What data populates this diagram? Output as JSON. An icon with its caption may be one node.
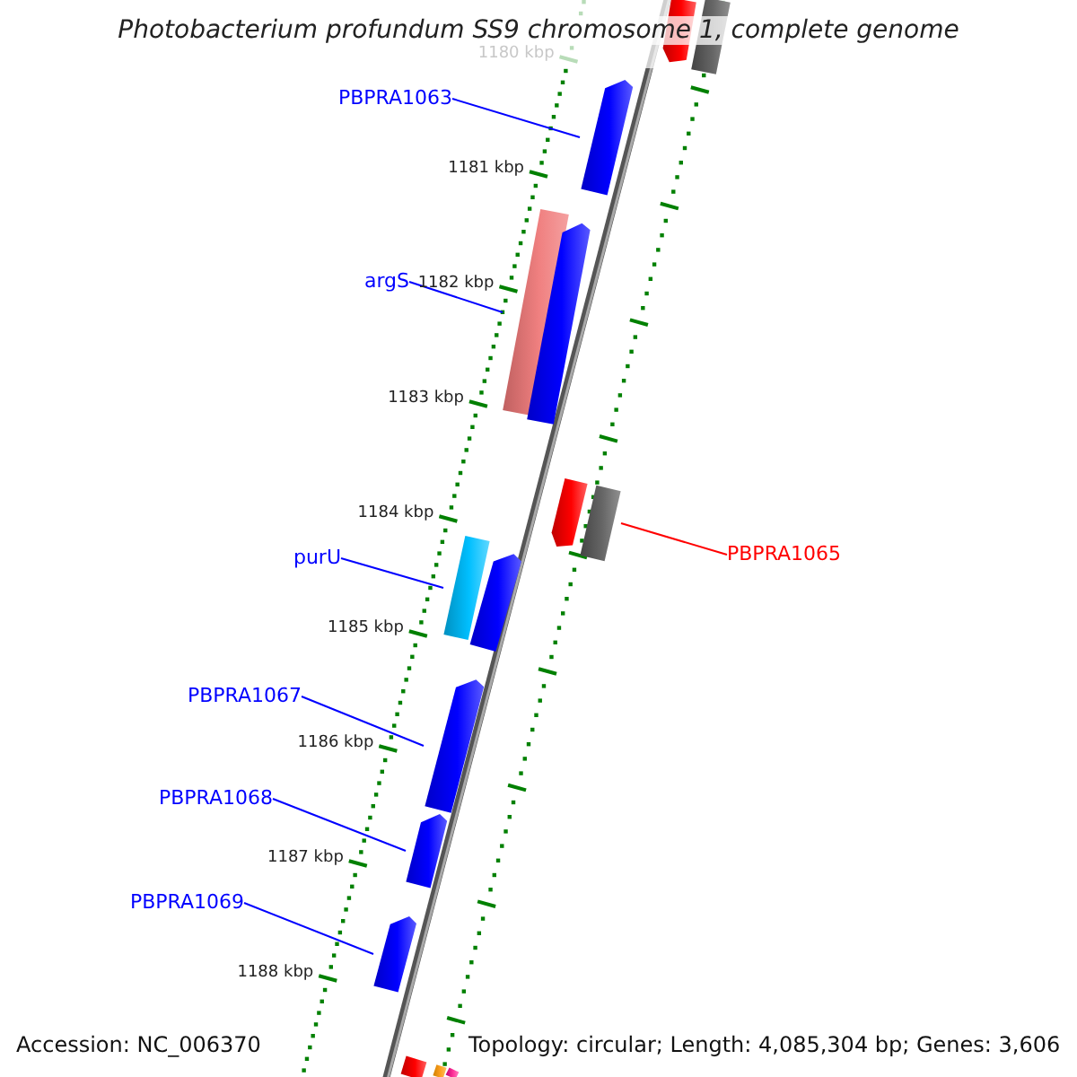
{
  "diagram": {
    "title": "Photobacterium profundum SS9 chromosome 1, complete genome",
    "nodes": [
      {
        "text": [],
        "shape": "pentagon"
      },
      {
        "text": [],
        "shape": "bar"
      },
      {
        "text": [
          "PBPRA1063"
        ]
      },
      {
        "text": [],
        "shape": "pentagon"
      },
      {
        "text": [
          "argS"
        ]
      },
      {
        "text": [],
        "shape": "bar"
      },
      {
        "text": [],
        "shape": "pentagon"
      },
      {
        "text": [],
        "shape": "pentagon"
      },
      {
        "text": [
          "PBPRA1065"
        ]
      },
      {
        "text": [],
        "shape": "bar"
      },
      {
        "text": [
          "purU"
        ]
      },
      {
        "text": [],
        "shape": "bar"
      },
      {
        "text": [],
        "shape": "pentagon"
      },
      {
        "text": [
          "PBPRA1067"
        ]
      },
      {
        "text": [],
        "shape": "pentagon"
      },
      {
        "text": [
          "PBPRA1068"
        ]
      },
      {
        "text": [],
        "shape": "pentagon"
      },
      {
        "text": [
          "PBPRA1069"
        ]
      },
      {
        "text": [],
        "shape": "pentagon"
      },
      {
        "text": [],
        "shape": "bar"
      },
      {
        "text": [],
        "shape": "bar"
      },
      {
        "text": [],
        "shape": "bar"
      }
    ],
    "edges": [
      {
        "from": 2,
        "to": 3,
        "arrow": "none"
      },
      {
        "from": 4,
        "to": 5,
        "arrow": "none"
      },
      {
        "from": 8,
        "to": 9,
        "arrow": "none",
        "color": "#ff0000"
      },
      {
        "from": 10,
        "to": 11,
        "arrow": "none"
      },
      {
        "from": 13,
        "to": 14,
        "arrow": "none"
      },
      {
        "from": 15,
        "to": 16,
        "arrow": "none"
      },
      {
        "from": 17,
        "to": 18,
        "arrow": "none"
      }
    ],
    "labels": [
      "1180 kbp",
      "1181 kbp",
      "1182 kbp",
      "1183 kbp",
      "1184 kbp",
      "1185 kbp",
      "1186 kbp",
      "1187 kbp",
      "1188 kbp",
      "Accession: NC_006370",
      "Topology: circular; Length: 4,085,304 bp; Genes: 3,606"
    ]
  }
}
